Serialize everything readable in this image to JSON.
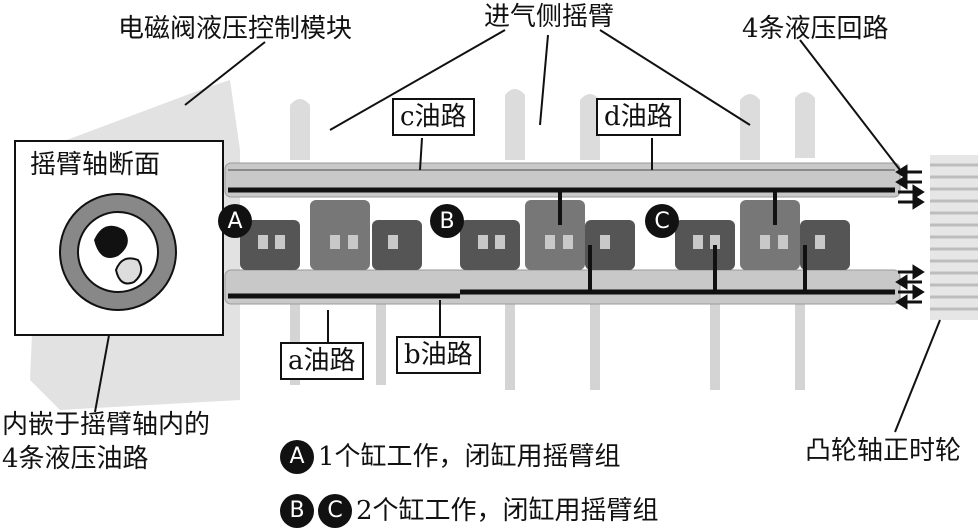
{
  "labels": {
    "solenoid_module": "电磁阀液压控制模块",
    "intake_rocker": "进气侧摇臂",
    "four_circuits": "4条液压回路",
    "shaft_section": "摇臂轴断面",
    "embedded_line1": "内嵌于摇臂轴内的",
    "embedded_line2": "4条液压油路",
    "cam_gear": "凸轮轴正时轮"
  },
  "oil_lines": {
    "a": "a油路",
    "b": "b油路",
    "c": "c油路",
    "d": "d油路"
  },
  "markers": {
    "A": "A",
    "B": "B",
    "C": "C"
  },
  "legend": {
    "row1_text": "1个缸工作，闭缸用摇臂组",
    "row2_text": "2个缸工作，闭缸用摇臂组"
  },
  "colors": {
    "ink": "#111111",
    "shaft": "#c8c8c8",
    "block": "#555555",
    "background_part": "#dcdcdc"
  }
}
